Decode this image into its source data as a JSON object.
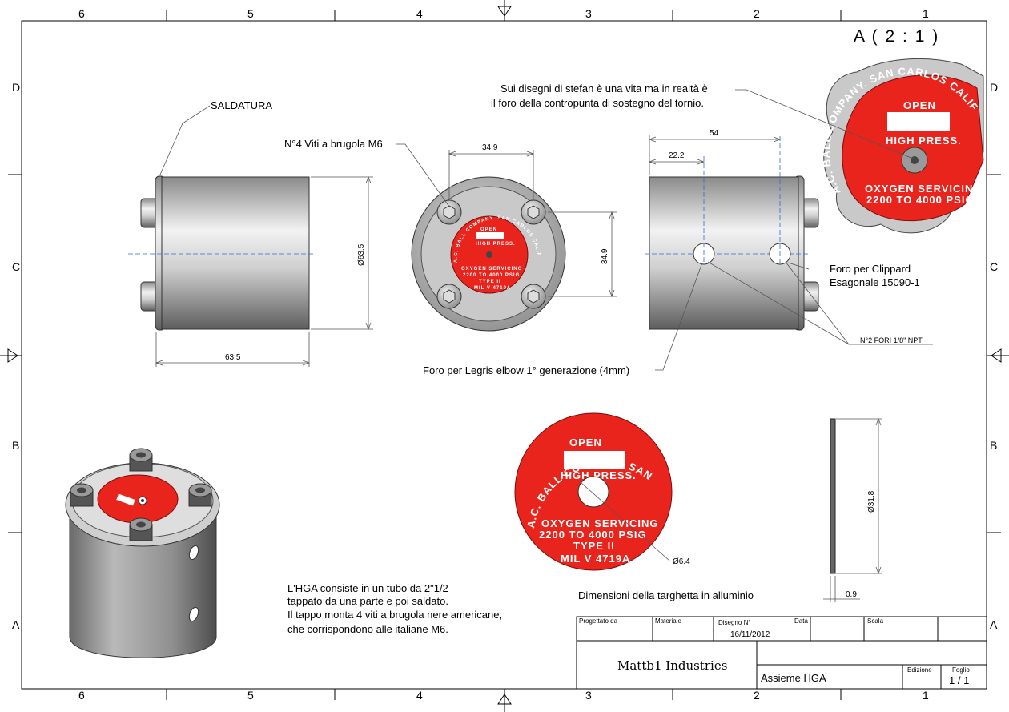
{
  "sheet": {
    "zones_top": [
      "6",
      "5",
      "4",
      "3",
      "2",
      "1"
    ],
    "zones_side": [
      "D",
      "C",
      "B",
      "A"
    ]
  },
  "detail": {
    "title": "A ( 2 : 1 )"
  },
  "labels": {
    "saldatura": "SALDATURA",
    "viti": "N°4 Viti a brugola M6",
    "note_line1": "Sui disegni di stefan è una vita ma in realtà è",
    "note_line2": "il foro della contropunta di sostegno del tornio.",
    "clippard_line1": "Foro per Clippard",
    "clippard_line2": "Esagonale 15090-1",
    "fori_npt": "N°2 FORI 1/8\" NPT",
    "legris": "Foro per Legris elbow 1° generazione (4mm)",
    "targhetta": "Dimensioni della targhetta in alluminio"
  },
  "dimensions": {
    "side_diameter": "Ø63.5",
    "side_length": "63.5",
    "front_bolt_h": "34.9",
    "front_bolt_v": "34.9",
    "right_54": "54",
    "right_22": "22.2",
    "plate_hole": "Ø6.4",
    "plate_diameter": "Ø31.8",
    "plate_thickness": "0.9"
  },
  "plate_text": {
    "arc": "A.C. BALL COMPANY. SAN CARLOS CALIF.",
    "open": "OPEN",
    "high_press": "HIGH PRESS.",
    "oxygen": "OXYGEN SERVICING",
    "range": "2200 TO 4000 PSIG",
    "type": "TYPE II",
    "mil": "MIL V 4719A"
  },
  "description": [
    "L'HGA consiste in un tubo da 2\"1/2",
    "tappato da una parte e poi saldato.",
    "Il tappo monta 4 viti a brugola nere americane,",
    "che corrispondono alle italiane M6."
  ],
  "title_block": {
    "progettato_label": "Progettato da",
    "materiale_label": "Materiale",
    "disegno_label": "Disegno N°",
    "data_label": "Data",
    "data_value": "16/11/2012",
    "scala_label": "Scala",
    "company": "Mattb1 Industries",
    "title": "Assieme HGA",
    "edizione_label": "Edizione",
    "foglio_label": "Foglio",
    "foglio_value": "1 / 1"
  },
  "colors": {
    "plate_red": "#e8241c",
    "metal_dark": "#6e6e6e",
    "metal_light": "#e9e9e9",
    "centerline": "#2a6fd6"
  }
}
